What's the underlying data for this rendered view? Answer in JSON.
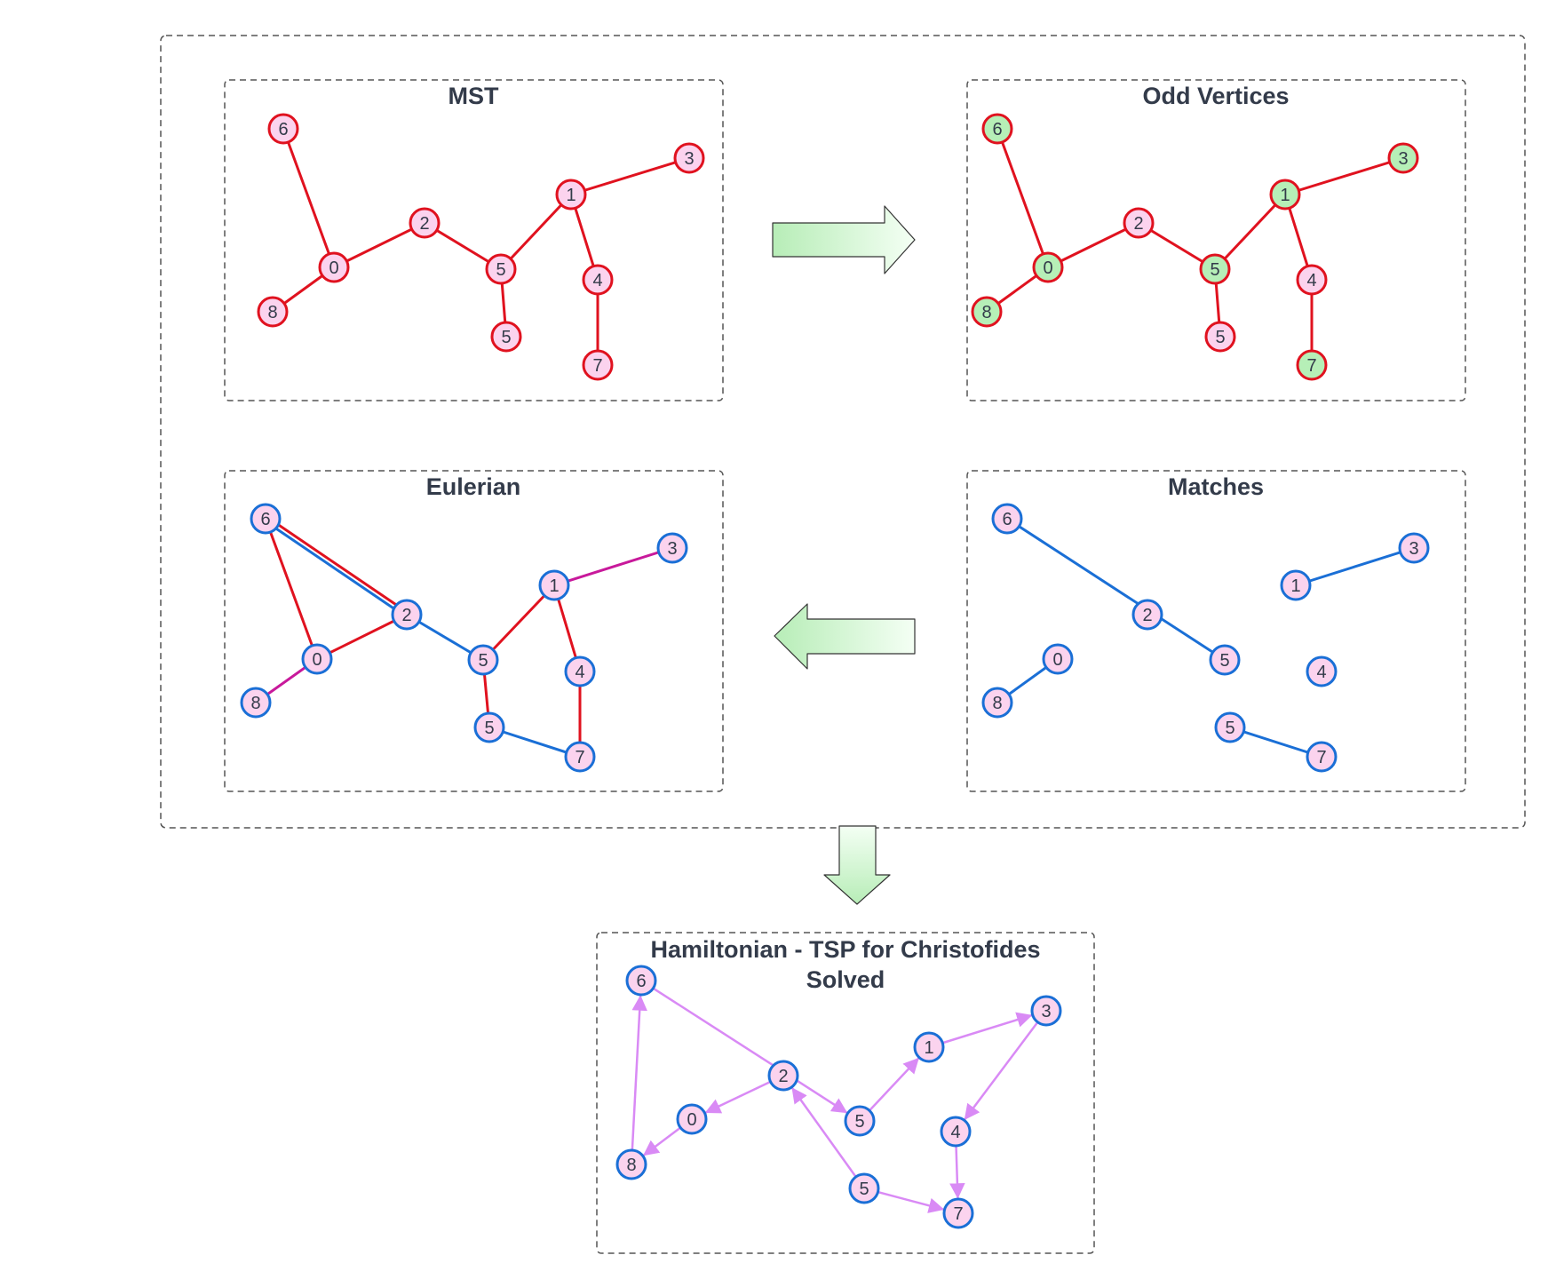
{
  "colors": {
    "panel_border": "#555555",
    "edge_red": "#e0121f",
    "edge_blue": "#1a6fd6",
    "edge_magenta": "#c8199b",
    "edge_violet": "#d98af5",
    "node_fill_pink": "#fbd3ee",
    "node_fill_green": "#b6efb7",
    "node_stroke_red": "#e0121f",
    "node_stroke_blue": "#1a6fd6",
    "arrow_fill_light": "#f4fff4",
    "arrow_fill_dark": "#b7edb7",
    "arrow_stroke": "#333333"
  },
  "panels": {
    "mst": {
      "title": "MST"
    },
    "odd": {
      "title": "Odd Vertices"
    },
    "eulerian": {
      "title": "Eulerian"
    },
    "matches": {
      "title": "Matches"
    },
    "hamiltonian": {
      "title_line1": "Hamiltonian - TSP for Christofides",
      "title_line2": "Solved"
    }
  },
  "flow_arrows": [
    {
      "name": "arrow-mst-to-odd",
      "direction": "right"
    },
    {
      "name": "arrow-matches-to-eulerian",
      "direction": "left"
    },
    {
      "name": "arrow-to-hamiltonian",
      "direction": "down"
    }
  ],
  "graphs": {
    "mst": {
      "nodes": [
        {
          "id": "6",
          "label": "6"
        },
        {
          "id": "0",
          "label": "0"
        },
        {
          "id": "8",
          "label": "8"
        },
        {
          "id": "2",
          "label": "2"
        },
        {
          "id": "5a",
          "label": "5"
        },
        {
          "id": "5b",
          "label": "5"
        },
        {
          "id": "1",
          "label": "1"
        },
        {
          "id": "3",
          "label": "3"
        },
        {
          "id": "4",
          "label": "4"
        },
        {
          "id": "7",
          "label": "7"
        }
      ],
      "edges": [
        [
          "6",
          "0"
        ],
        [
          "0",
          "8"
        ],
        [
          "0",
          "2"
        ],
        [
          "2",
          "5a"
        ],
        [
          "5a",
          "5b"
        ],
        [
          "5a",
          "1"
        ],
        [
          "1",
          "3"
        ],
        [
          "1",
          "4"
        ],
        [
          "4",
          "7"
        ]
      ]
    },
    "odd": {
      "odd_vertices": [
        "6",
        "0",
        "8",
        "5a",
        "1",
        "3",
        "7"
      ],
      "nodes": [
        {
          "id": "6",
          "label": "6"
        },
        {
          "id": "0",
          "label": "0"
        },
        {
          "id": "8",
          "label": "8"
        },
        {
          "id": "2",
          "label": "2"
        },
        {
          "id": "5a",
          "label": "5"
        },
        {
          "id": "5b",
          "label": "5"
        },
        {
          "id": "1",
          "label": "1"
        },
        {
          "id": "3",
          "label": "3"
        },
        {
          "id": "4",
          "label": "4"
        },
        {
          "id": "7",
          "label": "7"
        }
      ],
      "edges": [
        [
          "6",
          "0"
        ],
        [
          "0",
          "8"
        ],
        [
          "0",
          "2"
        ],
        [
          "2",
          "5a"
        ],
        [
          "5a",
          "5b"
        ],
        [
          "5a",
          "1"
        ],
        [
          "1",
          "3"
        ],
        [
          "1",
          "4"
        ],
        [
          "4",
          "7"
        ]
      ]
    },
    "eulerian": {
      "nodes": [
        {
          "id": "6",
          "label": "6"
        },
        {
          "id": "0",
          "label": "0"
        },
        {
          "id": "8",
          "label": "8"
        },
        {
          "id": "2",
          "label": "2"
        },
        {
          "id": "5a",
          "label": "5"
        },
        {
          "id": "5b",
          "label": "5"
        },
        {
          "id": "1",
          "label": "1"
        },
        {
          "id": "3",
          "label": "3"
        },
        {
          "id": "4",
          "label": "4"
        },
        {
          "id": "7",
          "label": "7"
        }
      ],
      "edges": [
        {
          "from": "6",
          "to": "0",
          "kind": "red"
        },
        {
          "from": "6",
          "to": "2",
          "kind": "red"
        },
        {
          "from": "0",
          "to": "2",
          "kind": "red"
        },
        {
          "from": "5a",
          "to": "1",
          "kind": "red"
        },
        {
          "from": "5a",
          "to": "5b",
          "kind": "red"
        },
        {
          "from": "1",
          "to": "4",
          "kind": "red"
        },
        {
          "from": "4",
          "to": "7",
          "kind": "red"
        },
        {
          "from": "6",
          "to": "2",
          "kind": "blue"
        },
        {
          "from": "2",
          "to": "5a",
          "kind": "blue"
        },
        {
          "from": "5b",
          "to": "7",
          "kind": "blue"
        },
        {
          "from": "0",
          "to": "8",
          "kind": "magenta"
        },
        {
          "from": "1",
          "to": "3",
          "kind": "magenta"
        }
      ]
    },
    "matches": {
      "nodes": [
        {
          "id": "6",
          "label": "6"
        },
        {
          "id": "2",
          "label": "2"
        },
        {
          "id": "5a",
          "label": "5"
        },
        {
          "id": "0",
          "label": "0"
        },
        {
          "id": "8",
          "label": "8"
        },
        {
          "id": "1",
          "label": "1"
        },
        {
          "id": "3",
          "label": "3"
        },
        {
          "id": "4",
          "label": "4"
        },
        {
          "id": "5b",
          "label": "5"
        },
        {
          "id": "7",
          "label": "7"
        }
      ],
      "edges": [
        [
          "6",
          "5a"
        ],
        [
          "0",
          "8"
        ],
        [
          "1",
          "3"
        ],
        [
          "5b",
          "7"
        ]
      ]
    },
    "hamiltonian": {
      "nodes": [
        {
          "id": "6",
          "label": "6"
        },
        {
          "id": "2",
          "label": "2"
        },
        {
          "id": "0",
          "label": "0"
        },
        {
          "id": "8",
          "label": "8"
        },
        {
          "id": "5a",
          "label": "5"
        },
        {
          "id": "1",
          "label": "1"
        },
        {
          "id": "3",
          "label": "3"
        },
        {
          "id": "4",
          "label": "4"
        },
        {
          "id": "5b",
          "label": "5"
        },
        {
          "id": "7",
          "label": "7"
        }
      ],
      "tour": [
        [
          "6",
          "5a"
        ],
        [
          "5a",
          "1"
        ],
        [
          "1",
          "3"
        ],
        [
          "3",
          "4"
        ],
        [
          "4",
          "7"
        ],
        [
          "5b",
          "7"
        ],
        [
          "5b",
          "2"
        ],
        [
          "2",
          "0"
        ],
        [
          "0",
          "8"
        ],
        [
          "8",
          "6"
        ]
      ]
    }
  }
}
